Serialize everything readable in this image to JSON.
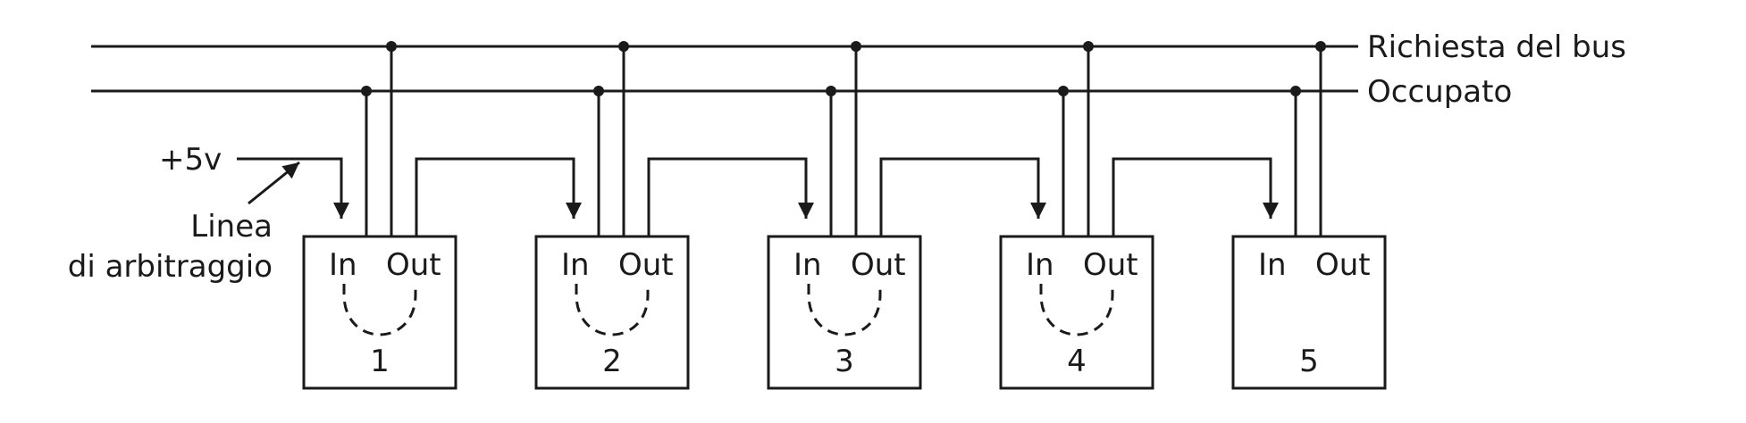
{
  "lines": {
    "bus_request": "Richiesta del bus",
    "busy": "Occupato"
  },
  "arbitration": {
    "voltage": "+5v",
    "label_line1": "Linea",
    "label_line2": "di arbitraggio"
  },
  "devices": [
    {
      "number": "1",
      "in_label": "In",
      "out_label": "Out"
    },
    {
      "number": "2",
      "in_label": "In",
      "out_label": "Out"
    },
    {
      "number": "3",
      "in_label": "In",
      "out_label": "Out"
    },
    {
      "number": "4",
      "in_label": "In",
      "out_label": "Out"
    },
    {
      "number": "5",
      "in_label": "In",
      "out_label": "Out"
    }
  ]
}
